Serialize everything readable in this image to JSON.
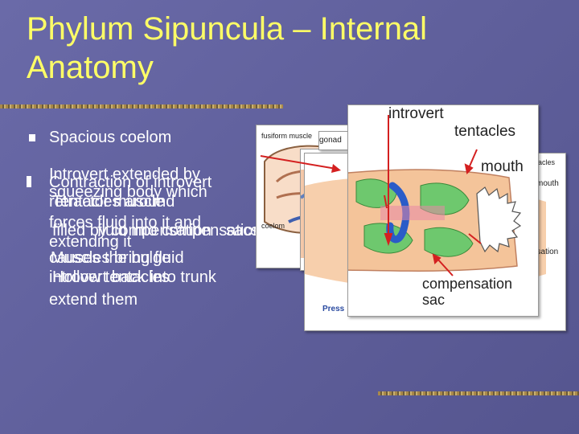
{
  "title": "Phylum Sipuncula – Internal Anatomy",
  "bullets": {
    "b1": "Spacious coelom"
  },
  "overlapping_text": {
    "a": [
      "Introvert extended by",
      "squeezing body which",
      "forces fluid into it and",
      "extending it"
    ],
    "b": [
      "Contraction of introvert",
      "retractor muscle",
      "fluid into compensation sac",
      "causes the bulge",
      "introvert back into trunk"
    ],
    "c": [
      "Tentacles around",
      "filled by compensation",
      "sacs",
      "Muscles bring fluid",
      "Hollow tentacles",
      "extend them"
    ]
  },
  "diagram_labels": {
    "fusiform_muscle": "fusiform muscle",
    "gonad": "gonad",
    "coelom": "coelom",
    "tentacles_small": "tentacles",
    "mouth_small": "mouth",
    "compensation_small": "nsation",
    "introvert": "introvert",
    "tentacles": "tentacles",
    "mouth": "mouth",
    "compensation_sac": "compensation sac",
    "press": "Press"
  },
  "colors": {
    "title": "#ffff66",
    "background": "#5c5c9a",
    "arrow": "#d42020",
    "green_tissue": "#6ec86e",
    "orange_tissue": "#f4b07a",
    "blue_mouth": "#2a5cc8"
  },
  "icons": [
    "bullet-square-icon"
  ]
}
